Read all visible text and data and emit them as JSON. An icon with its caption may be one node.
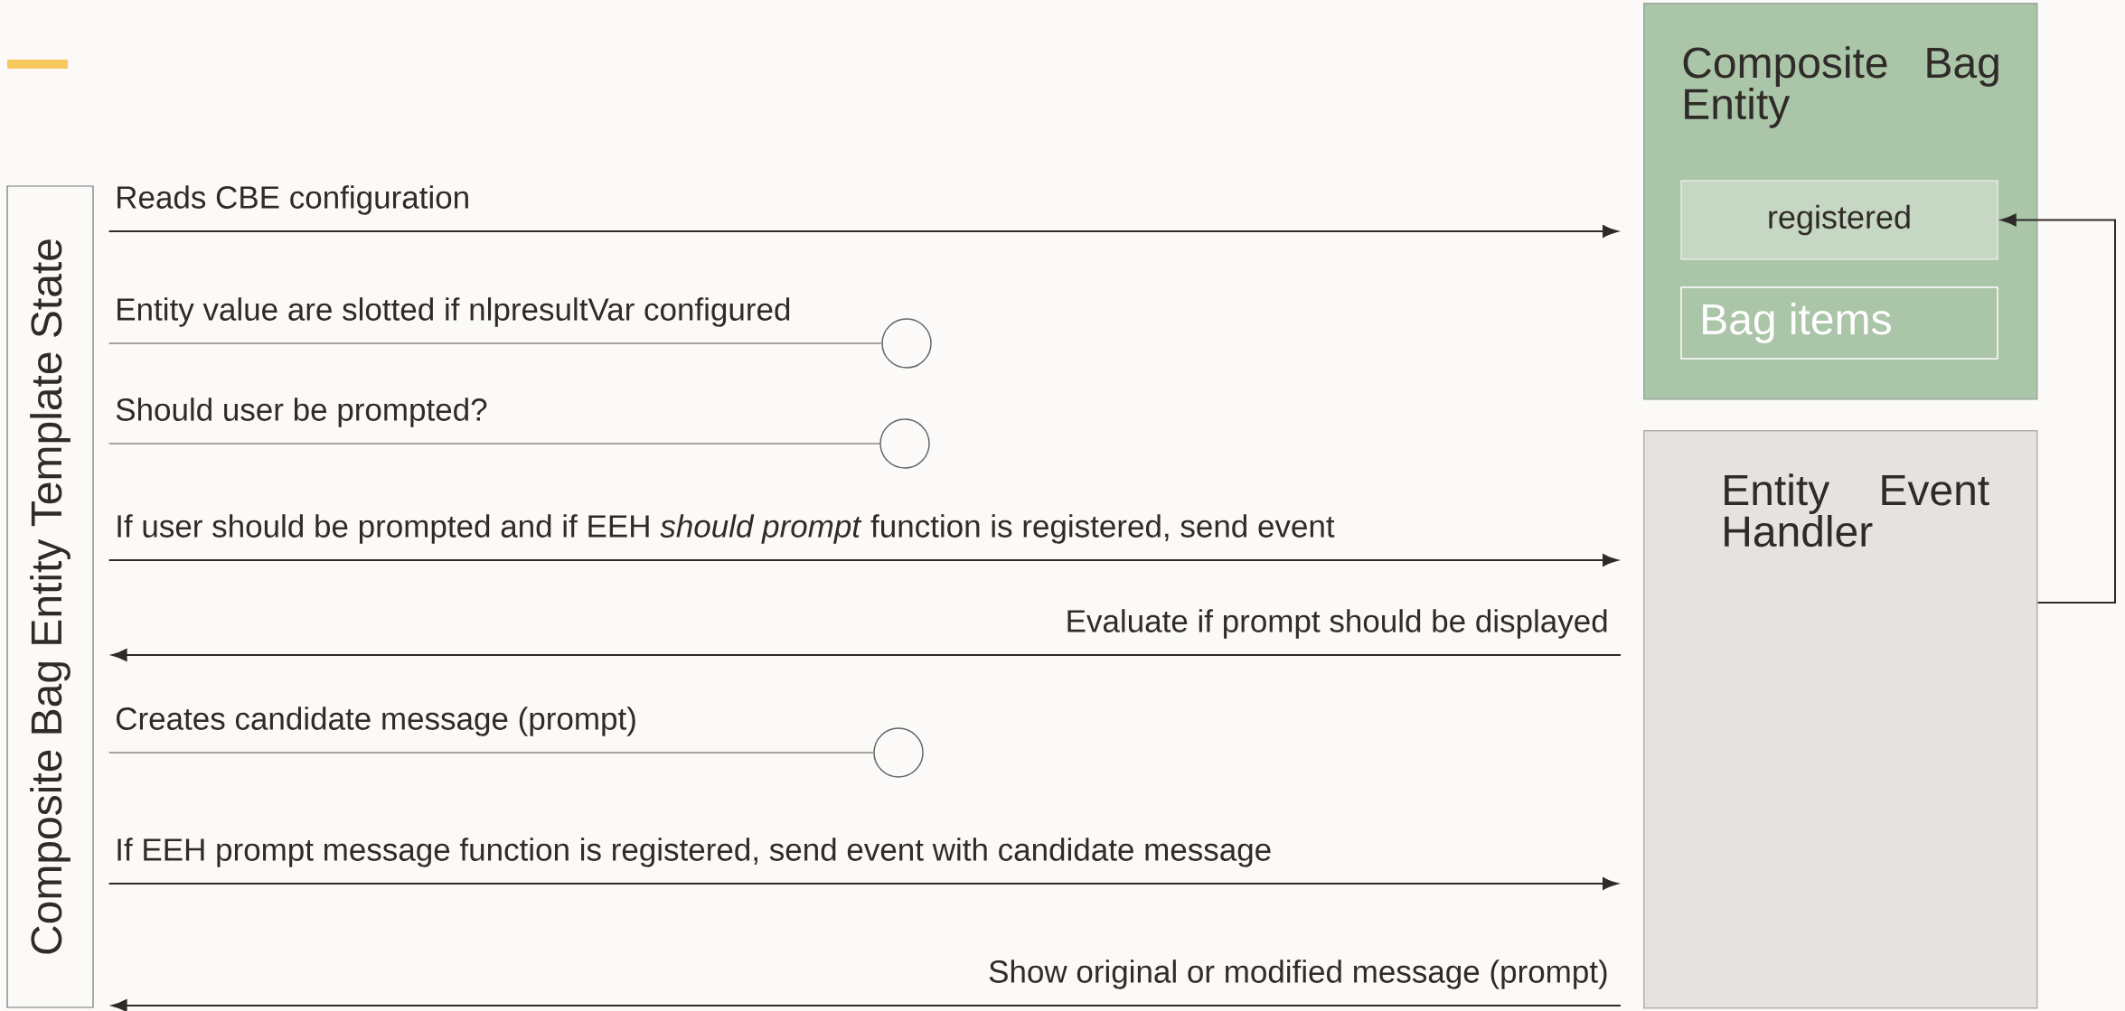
{
  "diagram": {
    "nodes": [
      {
        "text": [
          "Composite Bag Entity Template State"
        ]
      },
      {
        "text": [
          "Composite Bag Entity"
        ]
      },
      {
        "text": [
          "registered"
        ],
        "in": 1
      },
      {
        "text": [
          "Bag items"
        ],
        "in": 1
      },
      {
        "text": [
          "Entity Event Handler"
        ]
      },
      {
        "text": [],
        "shape": "circle"
      },
      {
        "text": [],
        "shape": "circle"
      },
      {
        "text": [],
        "shape": "circle"
      }
    ],
    "edges": [
      {
        "from": 0,
        "to": 1,
        "arrow": "to",
        "label": "Reads CBE configuration"
      },
      {
        "from": 0,
        "to": 5,
        "arrow": "none",
        "label": "Entity value are slotted if nlpresultVar configured",
        "color": "#8a8683"
      },
      {
        "from": 0,
        "to": 6,
        "arrow": "none",
        "label": "Should user be prompted?",
        "color": "#8a8683"
      },
      {
        "from": 0,
        "to": 4,
        "arrow": "to",
        "label": "If user should be prompted and if EEH *should prompt* function is registered, send event"
      },
      {
        "from": 4,
        "to": 0,
        "arrow": "to",
        "label": "Evaluate if prompt should be displayed"
      },
      {
        "from": 0,
        "to": 7,
        "arrow": "none",
        "label": "Creates candidate message (prompt)",
        "color": "#8a8683"
      },
      {
        "from": 0,
        "to": 4,
        "arrow": "to",
        "label": "If EEH prompt message function is registered, send event with candidate message"
      },
      {
        "from": 4,
        "to": 0,
        "arrow": "to",
        "label": "Show original or modified message (prompt)"
      },
      {
        "from": 4,
        "to": 2,
        "arrow": "to"
      }
    ]
  }
}
